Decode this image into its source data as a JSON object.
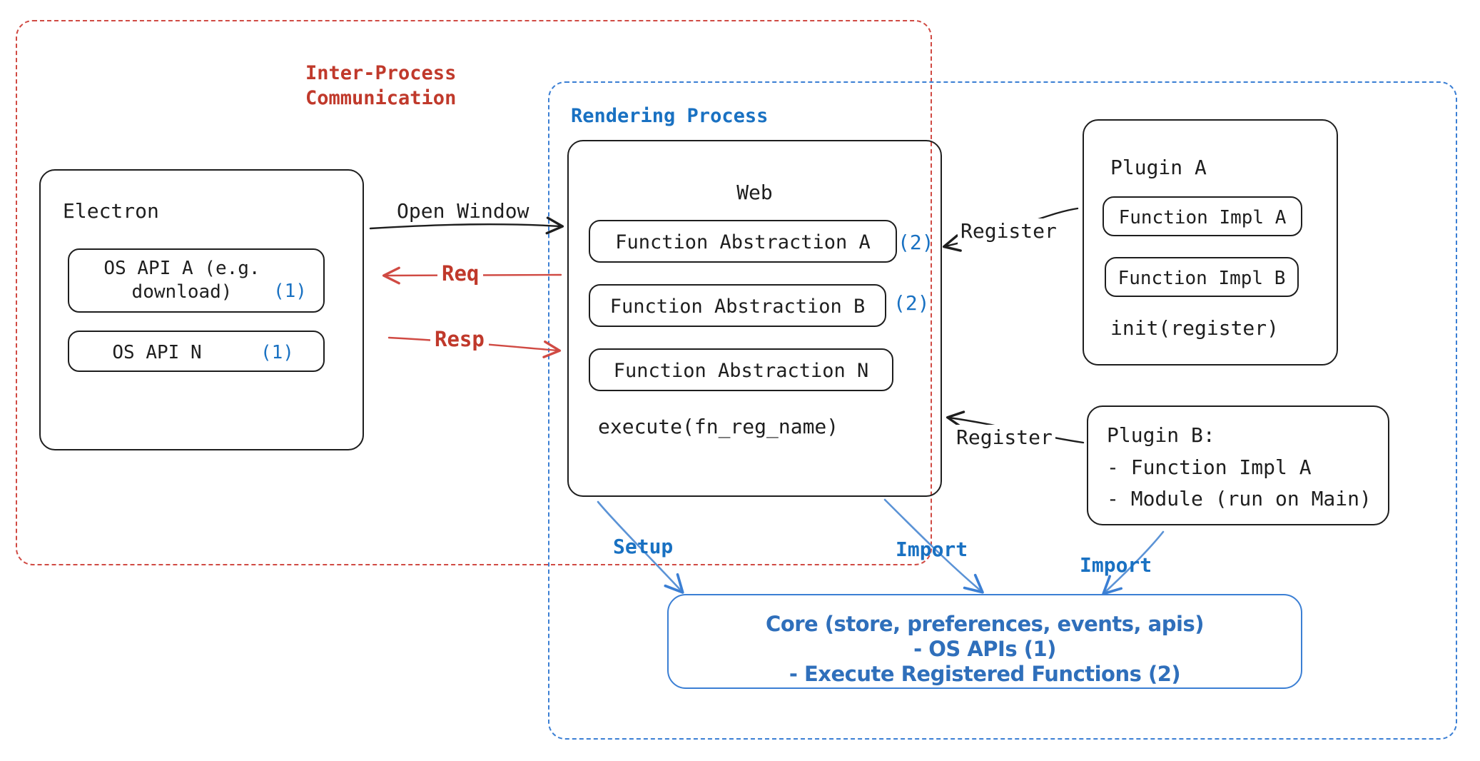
{
  "diagram": {
    "title_hidden": "Electron plugin architecture",
    "colors": {
      "ink": "#1e1e1e",
      "red": "#c0392b",
      "red_dash": "#d04a43",
      "blue": "#1971c2",
      "blue_dash": "#3b7fd4",
      "core_blue": "#2f6fbb"
    }
  },
  "regions": {
    "ipc": {
      "label": "Inter-Process\nCommunication"
    },
    "rendering": {
      "label": "Rendering Process"
    }
  },
  "electron": {
    "title": "Electron",
    "apis": [
      {
        "label": "OS API A (e.g.\ndownload)",
        "marker": "(1)"
      },
      {
        "label": "OS API N",
        "marker": "(1)"
      }
    ]
  },
  "web": {
    "title": "Web",
    "abstractions": [
      {
        "label": "Function Abstraction A",
        "marker": "(2)"
      },
      {
        "label": "Function Abstraction B",
        "marker": "(2)"
      },
      {
        "label": "Function Abstraction N",
        "marker": ""
      }
    ],
    "footer": "execute(fn_reg_name)"
  },
  "plugin_a": {
    "title": "Plugin A",
    "impls": [
      "Function Impl A",
      "Function Impl B"
    ],
    "footer": "init(register)"
  },
  "plugin_b": {
    "title": "Plugin B:",
    "lines": [
      "- Function Impl A",
      "- Module (run on Main)"
    ]
  },
  "core": {
    "lines": [
      "Core (store, preferences, events, apis)",
      "- OS APIs (1)",
      "- Execute Registered Functions (2)"
    ]
  },
  "edges": {
    "open_window": "Open Window",
    "req": "Req",
    "resp": "Resp",
    "register_a": "Register",
    "register_b": "Register",
    "setup": "Setup",
    "import_web": "Import",
    "import_plugin_b": "Import"
  }
}
